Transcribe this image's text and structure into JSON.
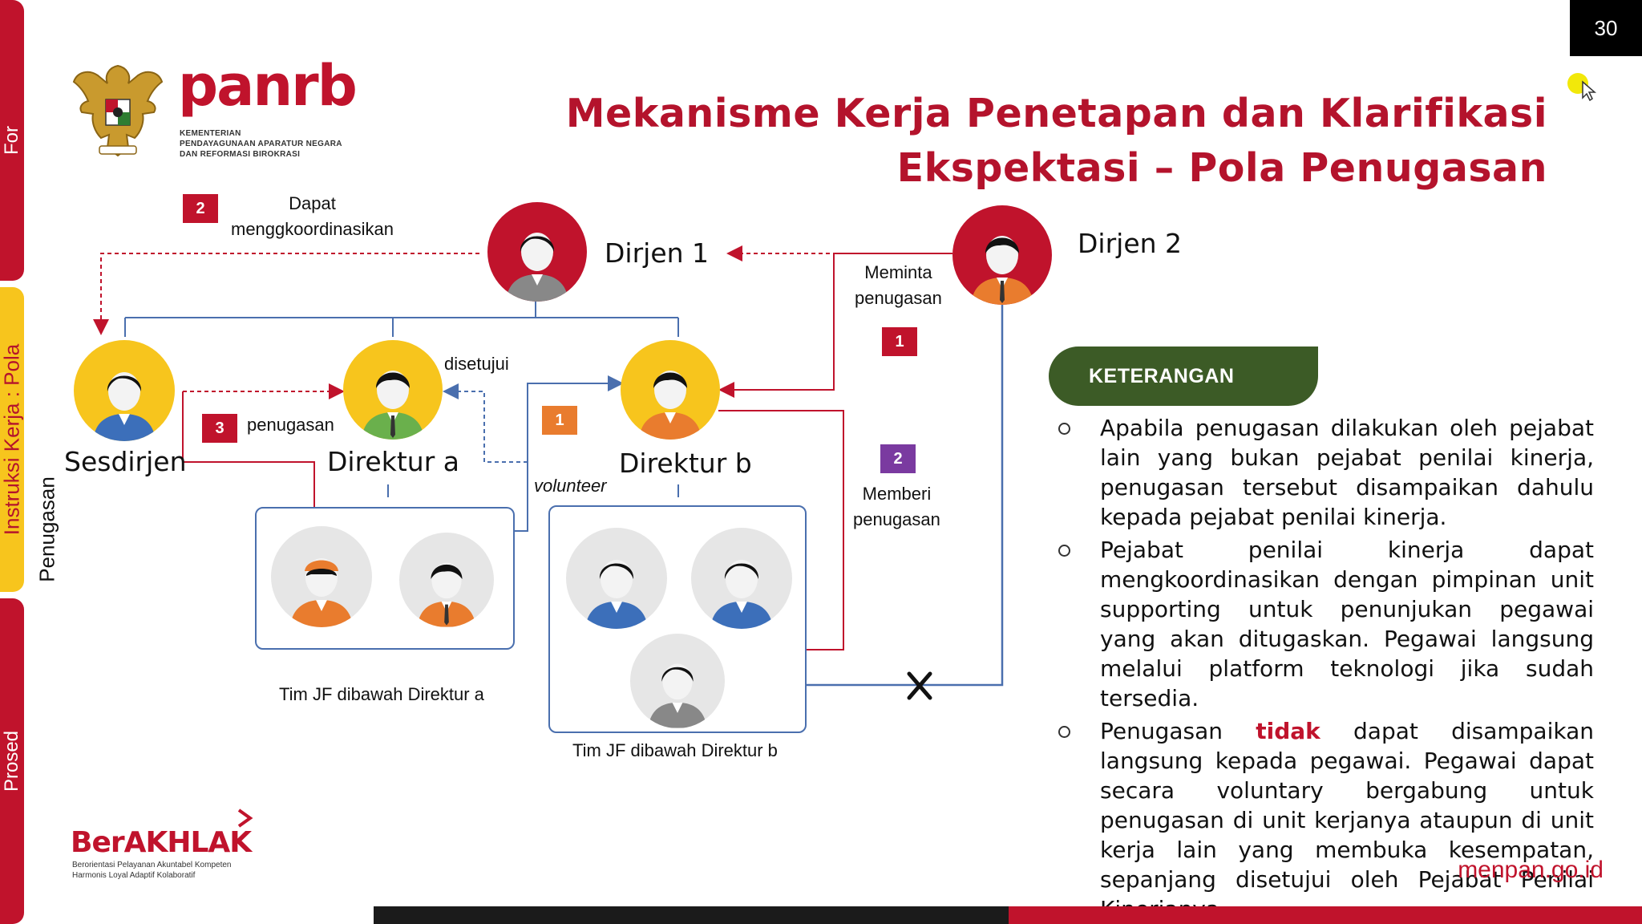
{
  "page_number": "30",
  "side_tabs": {
    "top": "For",
    "middle": "Instruksi Kerja : Pola",
    "middle_sub": "Penugasan",
    "bottom": "Prosed"
  },
  "logo": {
    "brand": "panrb",
    "line1": "KEMENTERIAN",
    "line2": "PENDAYAGUNAAN APARATUR NEGARA",
    "line3": "DAN REFORMASI BIROKRASI"
  },
  "title": {
    "line1": "Mekanisme Kerja Penetapan dan Klarifikasi",
    "line2": "Ekspektasi – Pola Penugasan"
  },
  "roles": {
    "dirjen1": "Dirjen 1",
    "dirjen2": "Dirjen 2",
    "sesdirjen": "Sesdirjen",
    "direktur_a": "Direktur a",
    "direktur_b": "Direktur b"
  },
  "annotations": {
    "dapat_line1": "Dapat",
    "dapat_line2": "menggkoordinasikan",
    "meminta_line1": "Meminta",
    "meminta_line2": "penugasan",
    "memberi_line1": "Memberi",
    "memberi_line2": "penugasan",
    "disetujui": "disetujui",
    "penugasan": "penugasan",
    "volunteer": "volunteer"
  },
  "badges": {
    "dapat": "2",
    "meminta": "1",
    "memberi": "2",
    "penugasan": "3",
    "volunteer": "1"
  },
  "teams": {
    "team_a": "Tim JF dibawah Direktur a",
    "team_b": "Tim JF dibawah Direktur b"
  },
  "keterangan": {
    "header": "KETERANGAN",
    "item1": "Apabila penugasan dilakukan oleh pejabat lain yang bukan pejabat penilai kinerja, penugasan tersebut disampaikan dahulu kepada pejabat penilai kinerja.",
    "item2": "Pejabat penilai kinerja dapat mengkoordinasikan dengan pimpinan unit supporting untuk penunjukan pegawai yang akan ditugaskan. Pegawai langsung melalui platform teknologi jika sudah tersedia.",
    "item3_a": "Penugasan",
    "item3_tidak": "tidak",
    "item3_b": "dapat disampaikan langsung kepada pegawai. Pegawai dapat secara voluntary bergabung untuk penugasan di unit kerjanya ataupun di unit kerja lain yang membuka kesempatan, sepanjang disetujui oleh Pejabat Penilai Kinerjanya"
  },
  "footer": {
    "website": "menpan.go.id",
    "berakhlak": "BerAKHLAK",
    "berakhlak_line1": "Berorientasi Pelayanan Akuntabel Kompeten",
    "berakhlak_line2": "Harmonis Loyal Adaptif Kolaboratif"
  },
  "colors": {
    "brand_red": "#c0132c",
    "title_red": "#b4132c",
    "keterangan_green": "#3c5b26",
    "connector_blue": "#4a6fae",
    "dashed_red": "#c0132c",
    "badge_orange": "#e97c2e",
    "badge_purple": "#7a3aa0",
    "side_yellow": "#f7c51d"
  }
}
